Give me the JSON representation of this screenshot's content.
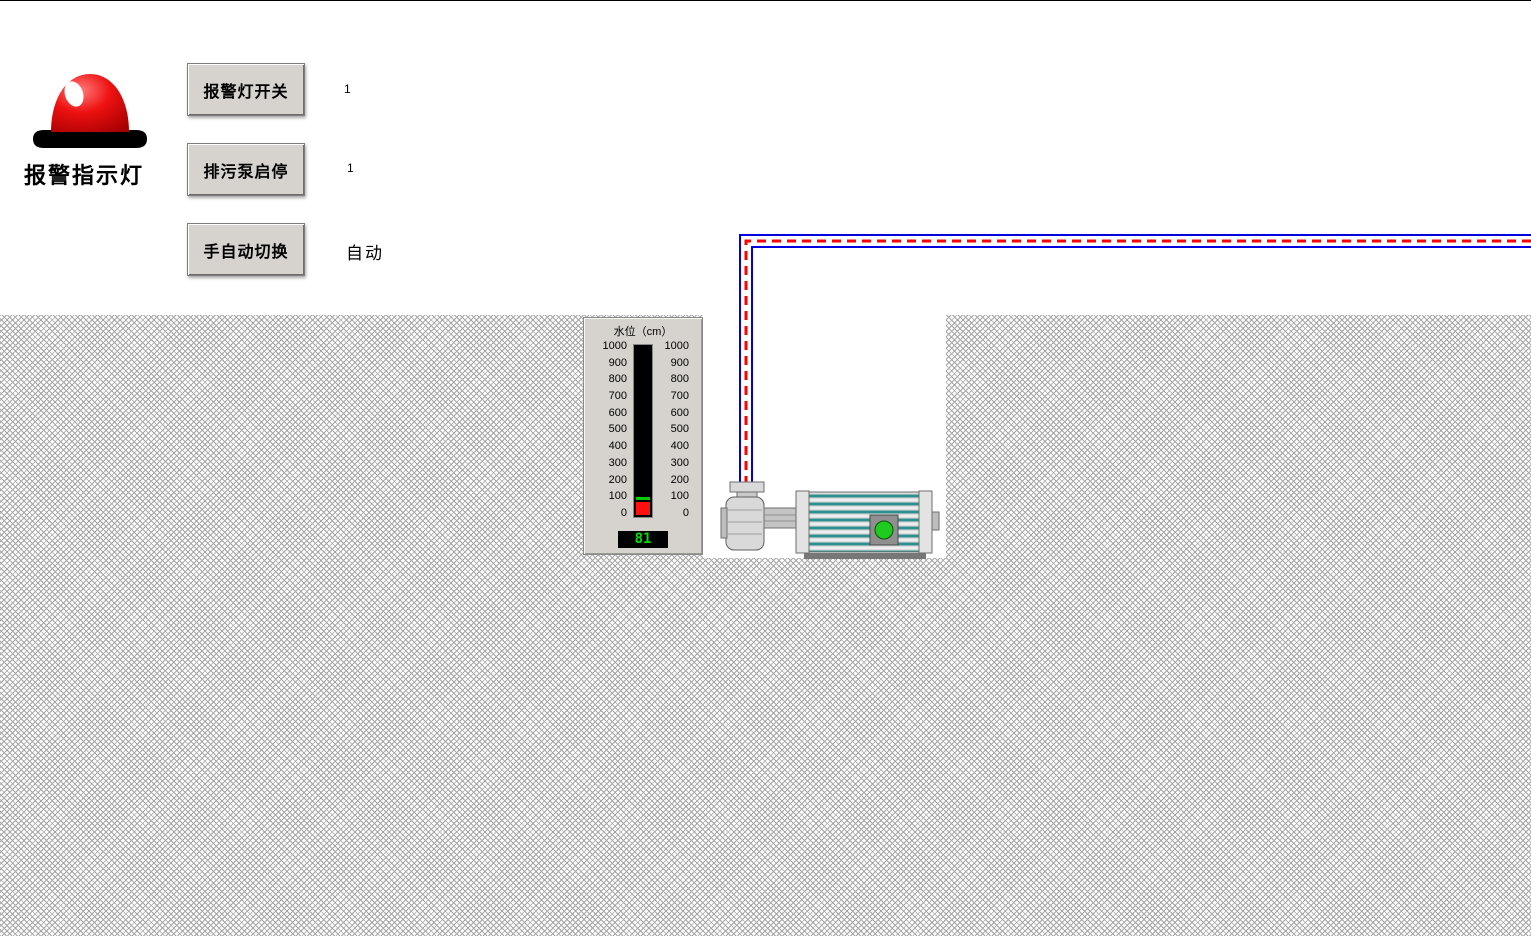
{
  "alarm_lamp": {
    "label": "报警指示灯"
  },
  "buttons": [
    {
      "label": "报警灯开关",
      "value": "1"
    },
    {
      "label": "排污泵启停",
      "value": "1"
    },
    {
      "label": "手自动切换",
      "value": "自动"
    }
  ],
  "gauge": {
    "title": "水位（cm）",
    "min": 0,
    "max": 1000,
    "value": "81",
    "ticks": [
      "1000",
      "900",
      "800",
      "700",
      "600",
      "500",
      "400",
      "300",
      "200",
      "100",
      "0"
    ]
  },
  "colors": {
    "pipe_blue": "#0000e0",
    "flow_dash_red": "#ff0000",
    "lcd_green": "#00e000",
    "lamp_red": "#ee1111",
    "motor_teal": "#2f8f8f",
    "panel_gray": "#d6d3ce",
    "pump_indicator_green": "#1ecb1e"
  }
}
